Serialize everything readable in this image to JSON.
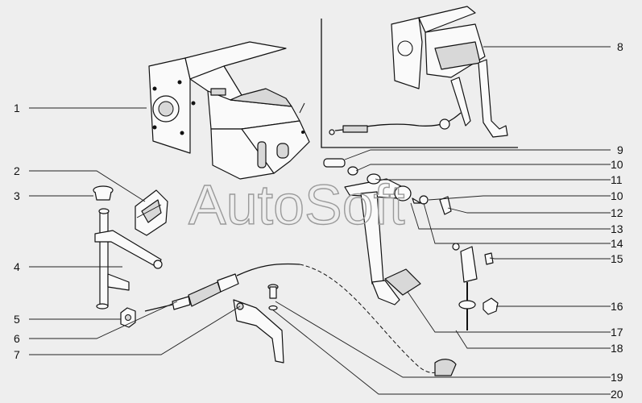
{
  "watermark": "AutoSoft",
  "callouts": [
    {
      "id": "c1",
      "label": "1"
    },
    {
      "id": "c2",
      "label": "2"
    },
    {
      "id": "c3",
      "label": "3"
    },
    {
      "id": "c4",
      "label": "4"
    },
    {
      "id": "c5",
      "label": "5"
    },
    {
      "id": "c6",
      "label": "6"
    },
    {
      "id": "c7",
      "label": "7"
    },
    {
      "id": "c8",
      "label": "8"
    },
    {
      "id": "c9",
      "label": "9"
    },
    {
      "id": "c10a",
      "label": "10"
    },
    {
      "id": "c11",
      "label": "11"
    },
    {
      "id": "c10b",
      "label": "10"
    },
    {
      "id": "c12",
      "label": "12"
    },
    {
      "id": "c13",
      "label": "13"
    },
    {
      "id": "c14",
      "label": "14"
    },
    {
      "id": "c15",
      "label": "15"
    },
    {
      "id": "c16",
      "label": "16"
    },
    {
      "id": "c17",
      "label": "17"
    },
    {
      "id": "c18",
      "label": "18"
    },
    {
      "id": "c19",
      "label": "19"
    },
    {
      "id": "c20",
      "label": "20"
    }
  ]
}
